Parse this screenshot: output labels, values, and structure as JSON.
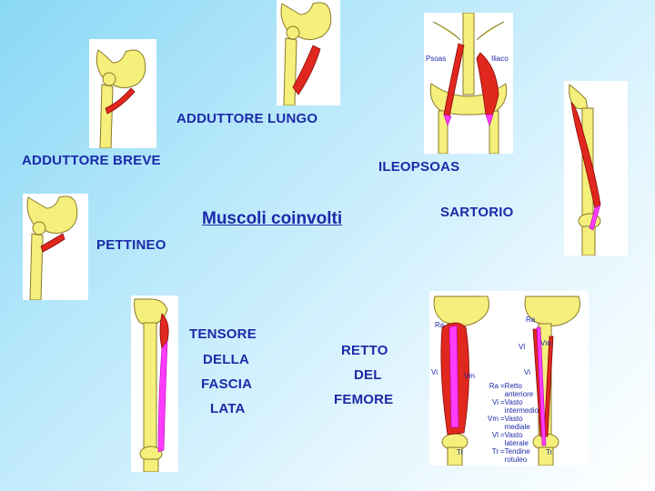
{
  "title": "Muscoli coinvolti",
  "labels": {
    "adduttore_lungo": "ADDUTTORE LUNGO",
    "adduttore_breve": "ADDUTTORE BREVE",
    "ileopsoas": "ILEOPSOAS",
    "sartorio": "SARTORIO",
    "pettineo": "PETTINEO",
    "tensore_1": "TENSORE",
    "tensore_2": "DELLA",
    "tensore_3": "FASCIA",
    "tensore_4": "LATA",
    "retto_1": "RETTO",
    "retto_2": "DEL",
    "retto_3": "FEMORE"
  },
  "panel_labels": {
    "psoas": "Psoas",
    "iliaco": "Iliaco",
    "ra": "Ra",
    "vi": "Vi",
    "vm": "Vm",
    "vl": "Vl",
    "tr": "Tr"
  },
  "legend": [
    {
      "abbr": "Ra",
      "text": "Retto anteriore"
    },
    {
      "abbr": "Vi",
      "text": "Vasto intermedio"
    },
    {
      "abbr": "Vm",
      "text": "Vasto mediale"
    },
    {
      "abbr": "Vl",
      "text": "Vasto laterale"
    },
    {
      "abbr": "Tr",
      "text": "Tendine rotuleo"
    }
  ],
  "colors": {
    "text": "#1c2aa8",
    "muscle": "#e0281e",
    "tendon": "#ff3cff",
    "bone": "#f5ef7c"
  }
}
